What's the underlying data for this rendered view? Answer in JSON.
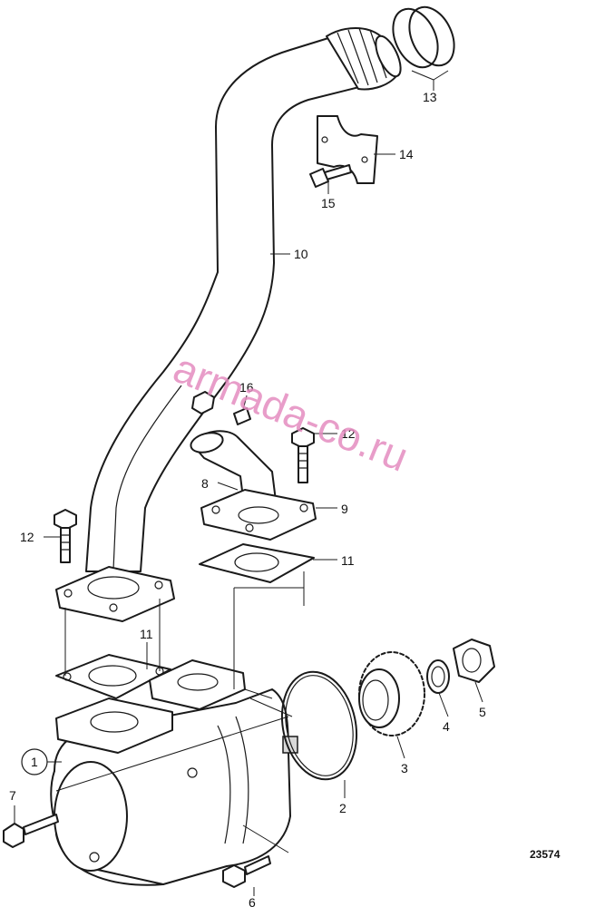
{
  "figure_number": "23574",
  "watermark": "armada-co.ru",
  "watermark_color": "#e48cc0",
  "callouts": [
    {
      "id": "1",
      "label": "1"
    },
    {
      "id": "2",
      "label": "2"
    },
    {
      "id": "3",
      "label": "3"
    },
    {
      "id": "4",
      "label": "4"
    },
    {
      "id": "5",
      "label": "5"
    },
    {
      "id": "6",
      "label": "6"
    },
    {
      "id": "7",
      "label": "7"
    },
    {
      "id": "8",
      "label": "8"
    },
    {
      "id": "9",
      "label": "9"
    },
    {
      "id": "10",
      "label": "10"
    },
    {
      "id": "11a",
      "label": "11"
    },
    {
      "id": "11b",
      "label": "11"
    },
    {
      "id": "12a",
      "label": "12"
    },
    {
      "id": "12b",
      "label": "12"
    },
    {
      "id": "13",
      "label": "13"
    },
    {
      "id": "14",
      "label": "14"
    },
    {
      "id": "15",
      "label": "15"
    },
    {
      "id": "16",
      "label": "16"
    }
  ]
}
